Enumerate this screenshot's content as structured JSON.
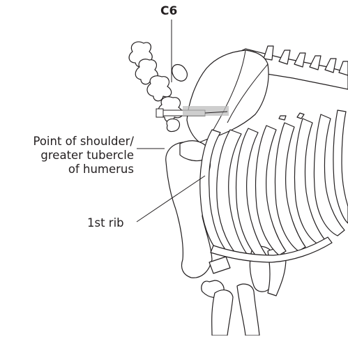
{
  "labels": {
    "c6": "C6",
    "shoulder_line1": "Point of shoulder/",
    "shoulder_line2": "greater tubercle",
    "shoulder_line3": "of humerus",
    "first_rib": "1st rib"
  },
  "colors": {
    "ink": "#231f20",
    "bone_fill": "#ffffff",
    "needle_shading": "#bdbdbd"
  }
}
